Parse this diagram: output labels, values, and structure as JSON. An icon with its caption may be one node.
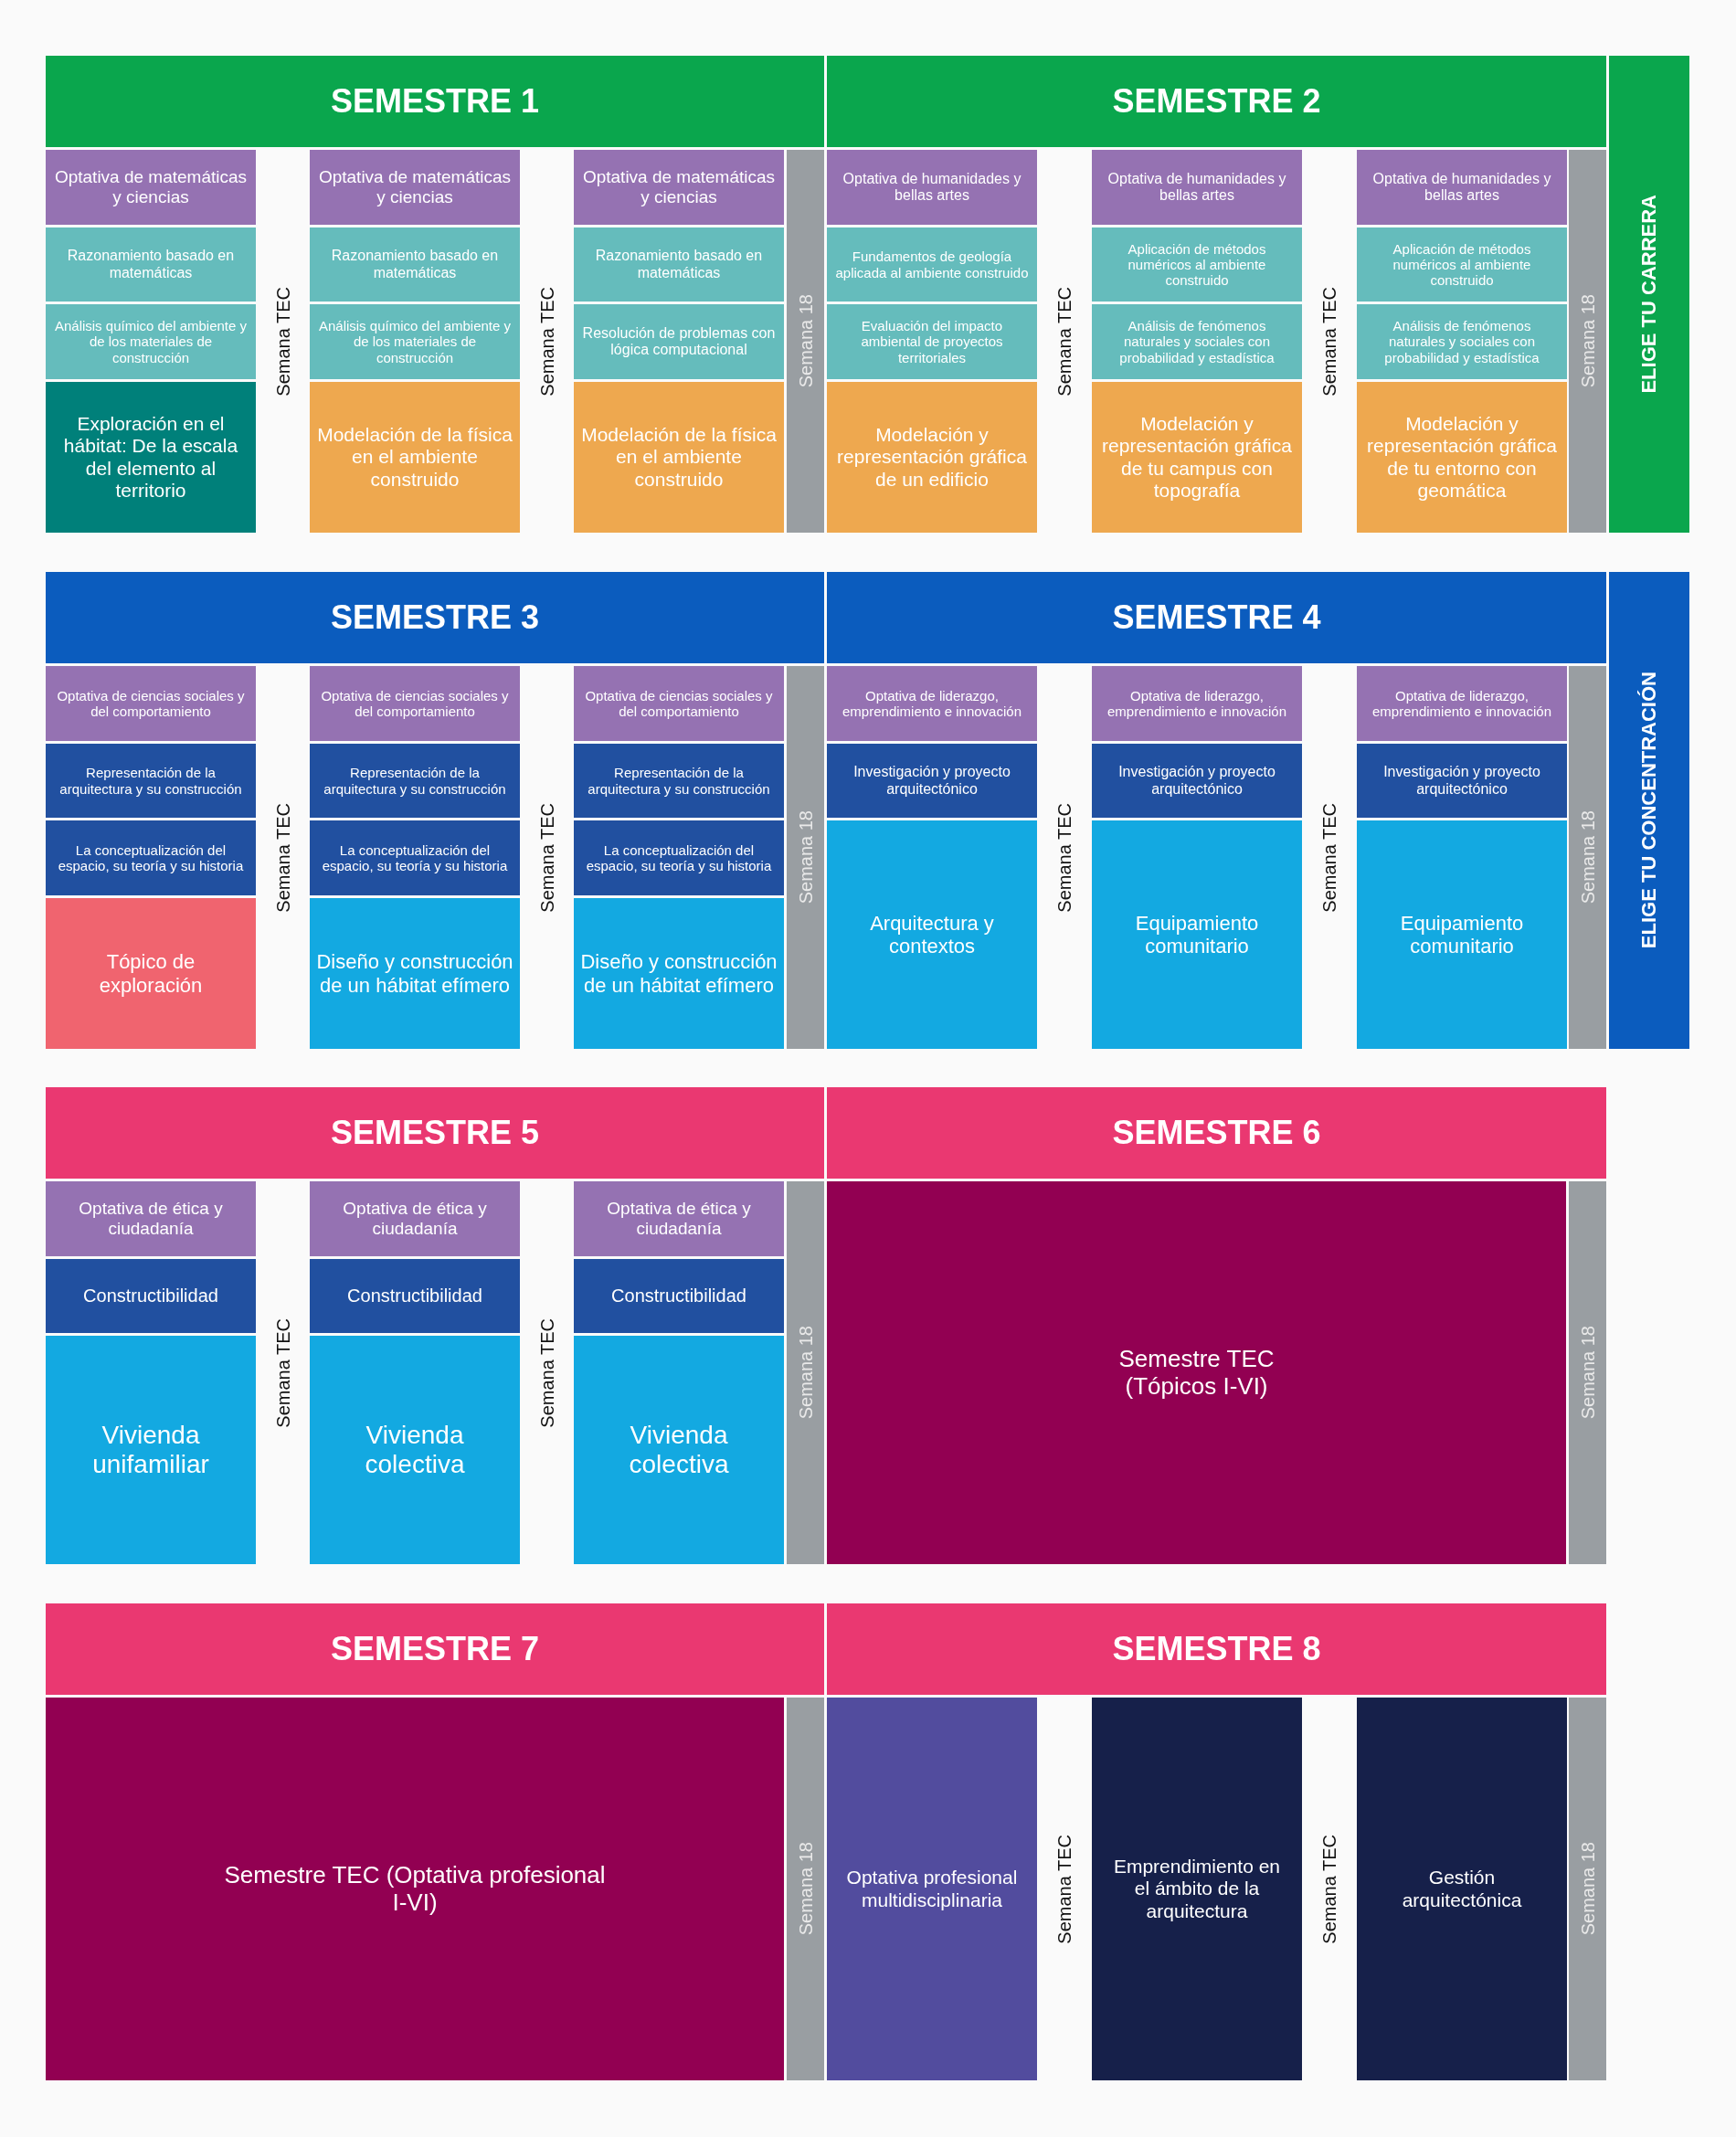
{
  "diagram": {
    "nodes": [
      {
        "text": [
          "SEMESTRE 1"
        ]
      },
      {
        "text": [
          "Optativa de matemáticas y ciencias"
        ]
      },
      {
        "text": [
          "Razonamiento basado en matemáticas"
        ]
      },
      {
        "text": [
          "Análisis químico del ambiente y de los materiales de construcción"
        ]
      },
      {
        "text": [
          "Exploración en el hábitat: De la escala del elemento al territorio"
        ]
      },
      {
        "text": [
          "Optativa de matemáticas y ciencias"
        ]
      },
      {
        "text": [
          "Razonamiento basado en matemáticas"
        ]
      },
      {
        "text": [
          "Análisis químico del ambiente y de los materiales de construcción"
        ]
      },
      {
        "text": [
          "Modelación de la física en el ambiente construido"
        ]
      },
      {
        "text": [
          "Optativa de matemáticas y ciencias"
        ]
      },
      {
        "text": [
          "Razonamiento basado en matemáticas"
        ]
      },
      {
        "text": [
          "Resolución de problemas con lógica computacional"
        ]
      },
      {
        "text": [
          "Modelación de la física en el ambiente construido"
        ]
      },
      {
        "text": [
          "Semana 18"
        ]
      },
      {
        "text": [
          "SEMESTRE 2"
        ]
      },
      {
        "text": [
          "Optativa de humanidades y bellas artes"
        ]
      },
      {
        "text": [
          "Fundamentos de geología aplicada al ambiente construido"
        ]
      },
      {
        "text": [
          "Evaluación del impacto ambiental de proyectos territoriales"
        ]
      },
      {
        "text": [
          "Modelación y representación gráfica de un edificio"
        ]
      },
      {
        "text": [
          "Optativa de humanidades y bellas artes"
        ]
      },
      {
        "text": [
          "Aplicación de métodos numéricos al ambiente construido"
        ]
      },
      {
        "text": [
          "Análisis de fenómenos naturales y sociales con probabilidad y estadística"
        ]
      },
      {
        "text": [
          "Modelación y representación gráfica de tu campus con topografía"
        ]
      },
      {
        "text": [
          "Optativa de humanidades y bellas artes"
        ]
      },
      {
        "text": [
          "Aplicación de métodos numéricos al ambiente construido"
        ]
      },
      {
        "text": [
          "Análisis de fenómenos naturales y sociales con probabilidad y estadística"
        ]
      },
      {
        "text": [
          "Modelación y representación gráfica de tu entorno con geomática"
        ]
      },
      {
        "text": [
          "Semana 18"
        ]
      },
      {
        "text": [
          "ELIGE TU CARRERA"
        ]
      },
      {
        "text": [
          "SEMESTRE 3"
        ]
      },
      {
        "text": [
          "Optativa de ciencias sociales y del comportamiento"
        ]
      },
      {
        "text": [
          "Representación de la arquitectura y su construcción"
        ]
      },
      {
        "text": [
          "La conceptualización del espacio, su teoría y su historia"
        ]
      },
      {
        "text": [
          "Tópico de exploración"
        ]
      },
      {
        "text": [
          "Optativa de ciencias sociales y del comportamiento"
        ]
      },
      {
        "text": [
          "Representación de la arquitectura y su construcción"
        ]
      },
      {
        "text": [
          "La conceptualización del espacio, su teoría y su historia"
        ]
      },
      {
        "text": [
          "Diseño y construcción de un hábitat efímero"
        ]
      },
      {
        "text": [
          "Optativa de ciencias sociales y del comportamiento"
        ]
      },
      {
        "text": [
          "Representación de la arquitectura y su construcción"
        ]
      },
      {
        "text": [
          "La conceptualización del espacio, su teoría y su historia"
        ]
      },
      {
        "text": [
          "Diseño y construcción de un hábitat efímero"
        ]
      },
      {
        "text": [
          "Semana 18"
        ]
      },
      {
        "text": [
          "SEMESTRE 4"
        ]
      },
      {
        "text": [
          "Optativa de liderazgo, emprendimiento e innovación"
        ]
      },
      {
        "text": [
          "Investigación y proyecto arquitectónico"
        ]
      },
      {
        "text": [
          "Arquitectura y contextos"
        ]
      },
      {
        "text": [
          "Optativa de liderazgo, emprendimiento e innovación"
        ]
      },
      {
        "text": [
          "Investigación y proyecto arquitectónico"
        ]
      },
      {
        "text": [
          "Equipamiento comunitario"
        ]
      },
      {
        "text": [
          "Optativa de liderazgo, emprendimiento e innovación"
        ]
      },
      {
        "text": [
          "Investigación y proyecto arquitectónico"
        ]
      },
      {
        "text": [
          "Equipamiento comunitario"
        ]
      },
      {
        "text": [
          "Semana 18"
        ]
      },
      {
        "text": [
          "ELIGE TU CONCENTRACIÓN"
        ]
      },
      {
        "text": [
          "SEMESTRE 5"
        ]
      },
      {
        "text": [
          "Optativa de ética y ciudadanía"
        ]
      },
      {
        "text": [
          "Constructibilidad"
        ]
      },
      {
        "text": [
          "Vivienda unifamiliar"
        ]
      },
      {
        "text": [
          "Optativa de ética y ciudadanía"
        ]
      },
      {
        "text": [
          "Constructibilidad"
        ]
      },
      {
        "text": [
          "Vivienda colectiva"
        ]
      },
      {
        "text": [
          "Optativa de ética y ciudadanía"
        ]
      },
      {
        "text": [
          "Constructibilidad"
        ]
      },
      {
        "text": [
          "Vivienda colectiva"
        ]
      },
      {
        "text": [
          "Semana 18"
        ]
      },
      {
        "text": [
          "SEMESTRE 6"
        ]
      },
      {
        "text": [
          "Semestre TEC (Tópicos I-VI)"
        ]
      },
      {
        "text": [
          "Semana 18"
        ]
      },
      {
        "text": [
          "SEMESTRE 7"
        ]
      },
      {
        "text": [
          "Semestre TEC (Optativa profesional I-VI)"
        ]
      },
      {
        "text": [
          "Semana 18"
        ]
      },
      {
        "text": [
          "SEMESTRE 8"
        ]
      },
      {
        "text": [
          "Optativa profesional multidisciplinaria"
        ]
      },
      {
        "text": [
          "Emprendimiento en el ámbito de la arquitectura"
        ]
      },
      {
        "text": [
          "Gestión arquitectónica"
        ]
      },
      {
        "text": [
          "Semana 18"
        ]
      }
    ],
    "labels": [
      "Semana TEC",
      "Semana TEC",
      "Semana TEC",
      "Semana TEC",
      "Semana TEC",
      "Semana TEC",
      "Semana TEC",
      "Semana TEC",
      "Semana TEC",
      "Semana TEC",
      "Semana TEC",
      "Semana TEC"
    ]
  }
}
